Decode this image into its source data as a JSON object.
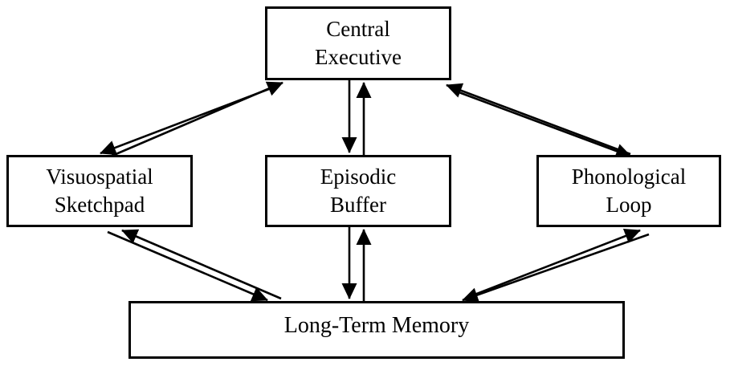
{
  "diagram": {
    "type": "node-link-diagram",
    "subject": "working memory model",
    "boxes": {
      "central_executive": {
        "line1": "Central",
        "line2": "Executive"
      },
      "visuospatial_sketchpad": {
        "line1": "Visuospatial",
        "line2": "Sketchpad"
      },
      "episodic_buffer": {
        "line1": "Episodic",
        "line2": "Buffer"
      },
      "phonological_loop": {
        "line1": "Phonological",
        "line2": "Loop"
      },
      "long_term_memory": {
        "line1": "Long-Term Memory"
      }
    },
    "connections": [
      {
        "from": "Central Executive",
        "to": "Visuospatial Sketchpad",
        "bidirectional": true,
        "style": "double-line-arrows"
      },
      {
        "from": "Central Executive",
        "to": "Episodic Buffer",
        "bidirectional": true,
        "style": "double-line-arrows"
      },
      {
        "from": "Central Executive",
        "to": "Phonological Loop",
        "bidirectional": true,
        "style": "double-line-arrows"
      },
      {
        "from": "Visuospatial Sketchpad",
        "to": "Long-Term Memory",
        "bidirectional": true,
        "style": "double-line-arrows"
      },
      {
        "from": "Episodic Buffer",
        "to": "Long-Term Memory",
        "bidirectional": true,
        "style": "double-line-arrows"
      },
      {
        "from": "Phonological Loop",
        "to": "Long-Term Memory",
        "bidirectional": true,
        "style": "double-line-arrows"
      }
    ],
    "colors": {
      "background": "#ffffff",
      "box_fill": "#ffffff",
      "box_border": "#000000",
      "text": "#000000",
      "arrow": "#000000"
    }
  }
}
